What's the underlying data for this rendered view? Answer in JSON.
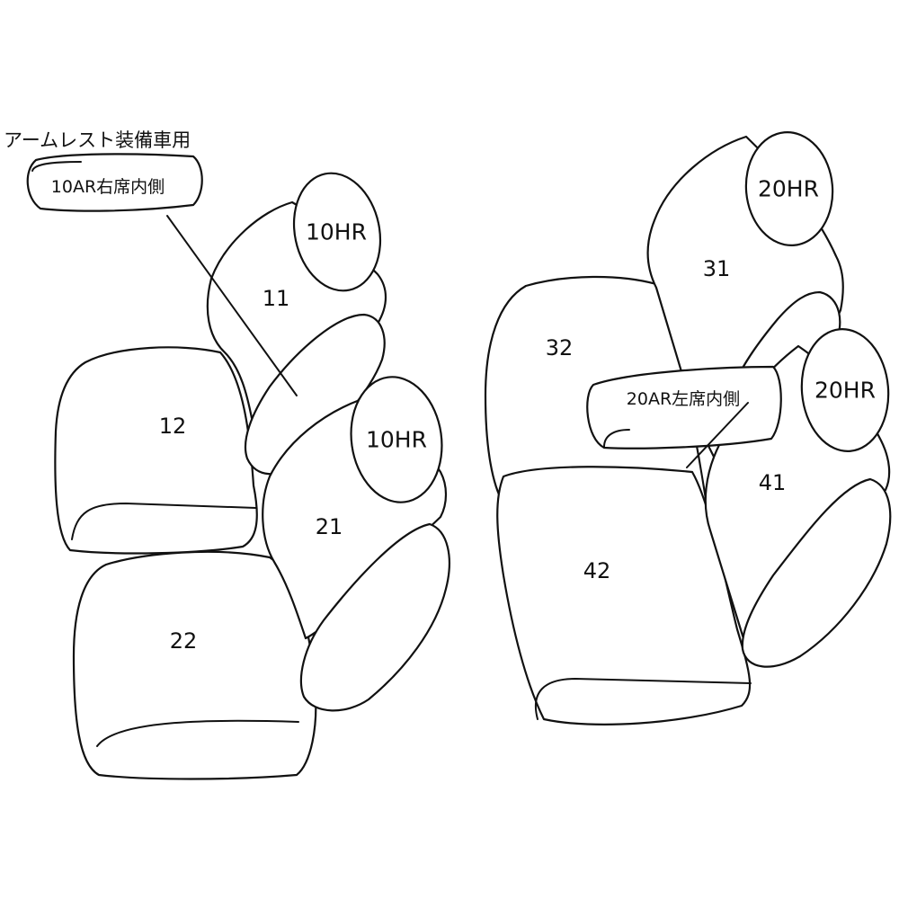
{
  "title": "アームレスト装備車用",
  "notes": {
    "armrest_right": "10AR右席内側",
    "armrest_left": "20AR左席内側"
  },
  "parts": {
    "p11": "11",
    "p12": "12",
    "p21": "21",
    "p22": "22",
    "p31": "31",
    "p32": "32",
    "p41": "41",
    "p42": "42"
  },
  "headrests": {
    "front_upper": "10HR",
    "front_lower": "10HR",
    "rear_upper": "20HR",
    "rear_lower": "20HR"
  },
  "colors": {
    "line": "#111111",
    "background": "#ffffff"
  }
}
